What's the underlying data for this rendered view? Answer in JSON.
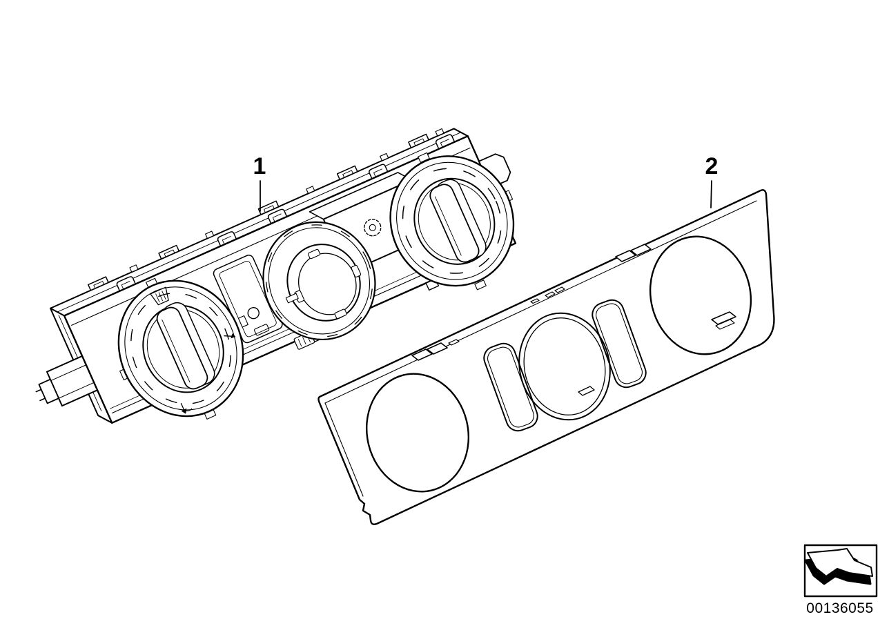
{
  "figure": {
    "type": "exploded-parts-line-drawing",
    "background_color": "#ffffff",
    "line_color": "#000000",
    "parts_shown": 2
  },
  "callouts": [
    {
      "label": "1"
    },
    {
      "label": "2"
    }
  ],
  "stamp": {
    "number": "00136055",
    "icon": "page-turn-arrow-icon"
  }
}
